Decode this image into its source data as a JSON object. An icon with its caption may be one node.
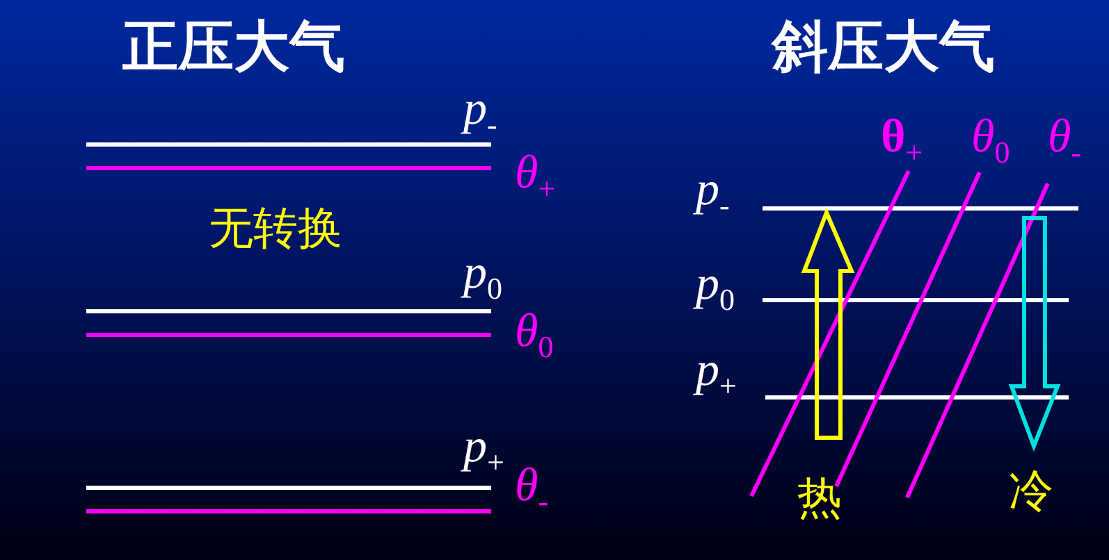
{
  "diagram": {
    "labels": [
      "正压大气",
      "斜压大气",
      "*p*$_{-}$",
      "*θ*$_{+}$",
      "无转换",
      "*p*$_{0}$",
      "*θ*$_{0}$",
      "*p*$_{+}$",
      "*θ*$_{-}$",
      "**θ**$_{+}$",
      "*θ*$_{0}$",
      "*θ*$_{-}$",
      "*p*$_{-}$",
      "*p*$_{0}$",
      "*p*$_{+}$",
      "热",
      "冷"
    ]
  }
}
